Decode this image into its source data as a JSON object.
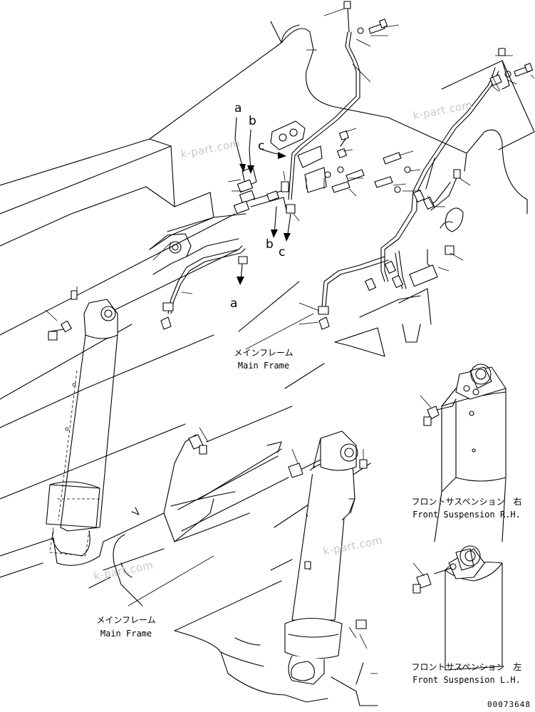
{
  "labels": {
    "main_frame_upper_jp": "メインフレーム",
    "main_frame_upper_en": "Main Frame",
    "main_frame_lower_jp": "メインフレーム",
    "main_frame_lower_en": "Main Frame",
    "front_susp_rh_jp": "フロントサスペンション　右",
    "front_susp_rh_en": "Front Suspension R.H.",
    "front_susp_lh_jp": "フロントサスペンション　左",
    "front_susp_lh_en": "Front Suspension L.H."
  },
  "callouts": {
    "a_top": "a",
    "b_top": "b",
    "c_top": "c",
    "b_bottom": "b",
    "c_bottom": "c",
    "a_bottom": "a"
  },
  "watermark": "k-part.com",
  "drawing_code": "00073648"
}
